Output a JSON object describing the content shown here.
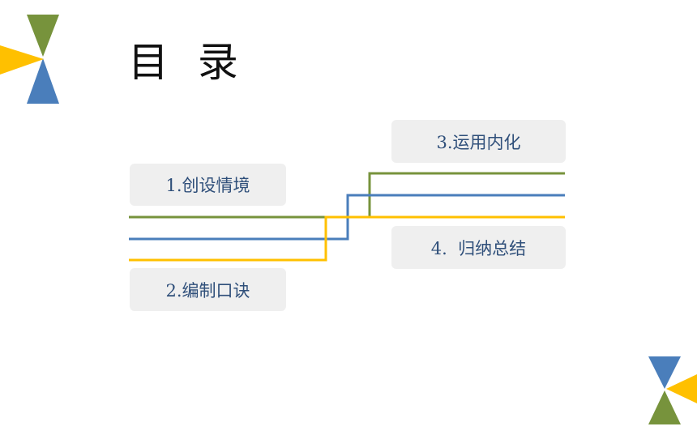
{
  "title": "目 录",
  "items": [
    {
      "label": "1.创设情境"
    },
    {
      "label": "2.编制口诀"
    },
    {
      "label": "3.运用内化"
    },
    {
      "label": "4.  归纳总结"
    }
  ],
  "colors": {
    "green": "#77933c",
    "blue": "#4a7ebb",
    "yellow": "#ffc000",
    "card_bg": "#efefef",
    "card_text": "#2f4f7a"
  }
}
